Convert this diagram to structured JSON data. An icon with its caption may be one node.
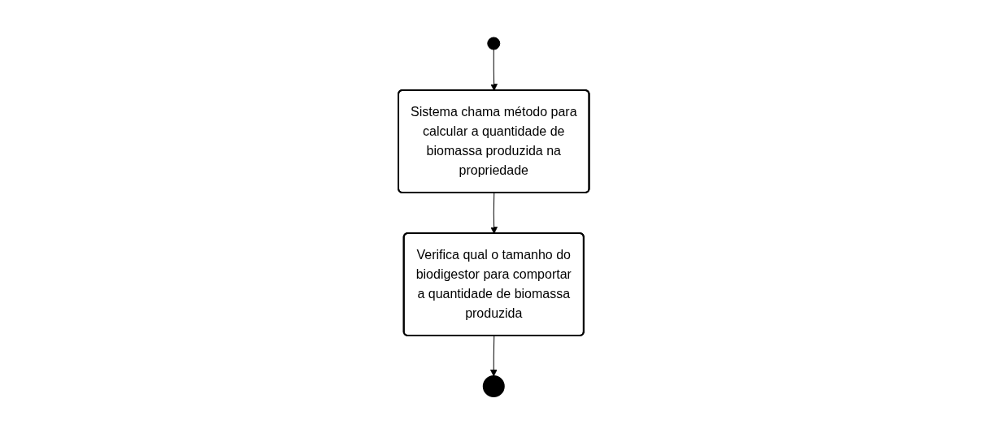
{
  "diagram": {
    "nodes": [
      {
        "text": [],
        "shape": "circle"
      },
      {
        "text": [
          "Sistema chama método para calcular a quantidade de biomassa produzida na propriedade"
        ]
      },
      {
        "text": [
          "Verifica qual o tamanho do biodigestor para comportar a quantidade de biomassa produzida"
        ]
      },
      {
        "text": [],
        "shape": "circle"
      }
    ],
    "edges": [
      {
        "from": 0,
        "to": 1,
        "arrow": "to"
      },
      {
        "from": 1,
        "to": 2,
        "arrow": "to"
      },
      {
        "from": 2,
        "to": 3,
        "arrow": "to"
      }
    ]
  }
}
